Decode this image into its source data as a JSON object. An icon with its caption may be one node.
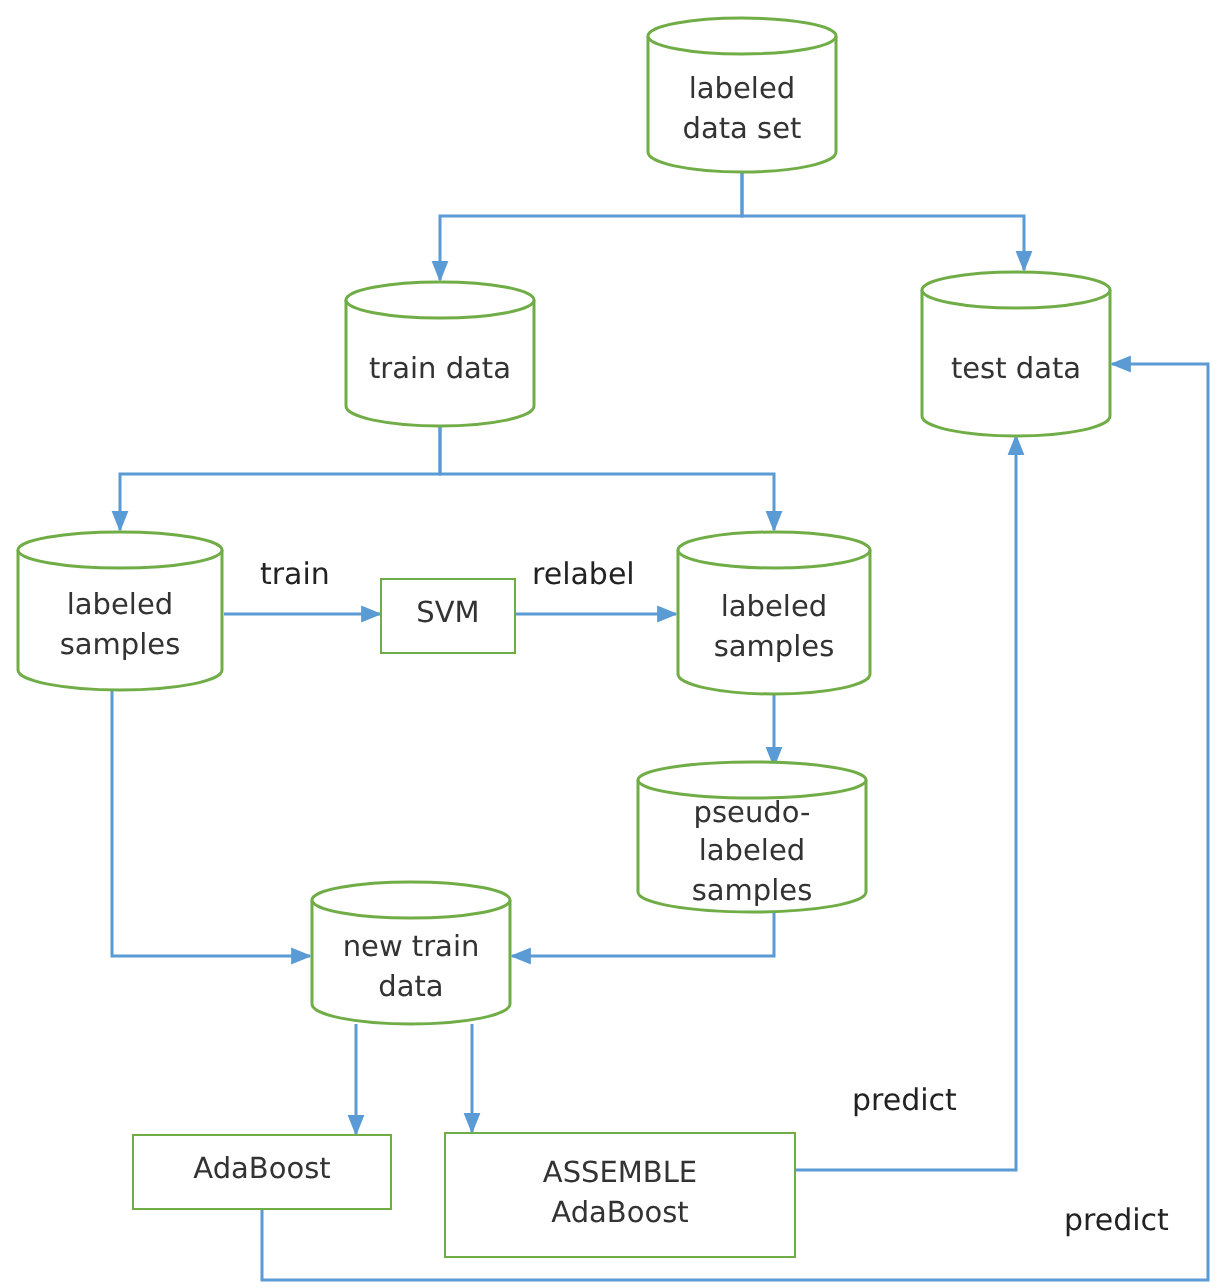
{
  "diagram": {
    "nodes": [
      {
        "text": [
          "labeled data set"
        ]
      },
      {
        "text": [
          "train data"
        ]
      },
      {
        "text": [
          "test data"
        ]
      },
      {
        "text": [
          "labeled samples"
        ]
      },
      {
        "text": [
          "SVM"
        ]
      },
      {
        "text": [
          "labeled samples"
        ]
      },
      {
        "text": [
          "pseudo-labeled samples"
        ]
      },
      {
        "text": [
          "new train data"
        ]
      },
      {
        "text": [
          "AdaBoost"
        ]
      },
      {
        "text": [
          "ASSEMBLE AdaBoost"
        ]
      }
    ],
    "edges": [
      {
        "from": 0,
        "to": 1,
        "arrow": "to"
      },
      {
        "from": 0,
        "to": 2,
        "arrow": "to"
      },
      {
        "from": 1,
        "to": 3,
        "arrow": "to"
      },
      {
        "from": 1,
        "to": 5,
        "arrow": "to"
      },
      {
        "from": 3,
        "to": 4,
        "arrow": "to",
        "label": "train"
      },
      {
        "from": 4,
        "to": 5,
        "arrow": "to",
        "label": "relabel"
      },
      {
        "from": 5,
        "to": 6,
        "arrow": "to"
      },
      {
        "from": 3,
        "to": 7,
        "arrow": "to"
      },
      {
        "from": 6,
        "to": 7,
        "arrow": "to"
      },
      {
        "from": 7,
        "to": 8,
        "arrow": "to"
      },
      {
        "from": 7,
        "to": 9,
        "arrow": "to"
      },
      {
        "from": 9,
        "to": 2,
        "arrow": "to",
        "label": "predict"
      },
      {
        "from": 8,
        "to": 2,
        "arrow": "to",
        "label": "predict"
      }
    ]
  }
}
